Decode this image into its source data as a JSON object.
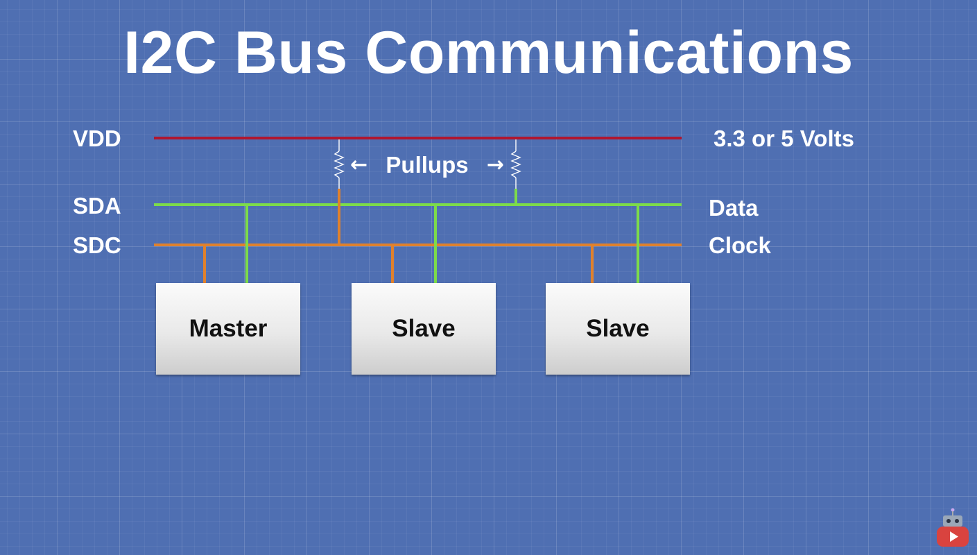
{
  "diagram": {
    "title": "I2C Bus Communications",
    "lines": {
      "vdd": {
        "label": "VDD",
        "description": "3.3 or 5 Volts",
        "color": "#b0162f"
      },
      "sda": {
        "label": "SDA",
        "description": "Data",
        "color": "#7ddb4a"
      },
      "sdc": {
        "label": "SDC",
        "description": "Clock",
        "color": "#e0812c"
      }
    },
    "pullups": {
      "label": "Pullups",
      "left_arrow": "←",
      "right_arrow": "→"
    },
    "devices": [
      {
        "label": "Master"
      },
      {
        "label": "Slave"
      },
      {
        "label": "Slave"
      }
    ],
    "colors": {
      "background": "#4f6fb2",
      "resistor": "#ffffff",
      "device_box": "#eeeeee",
      "badge": "#d9433f"
    },
    "icons": {
      "channel_badge": "robot-play-icon"
    }
  }
}
